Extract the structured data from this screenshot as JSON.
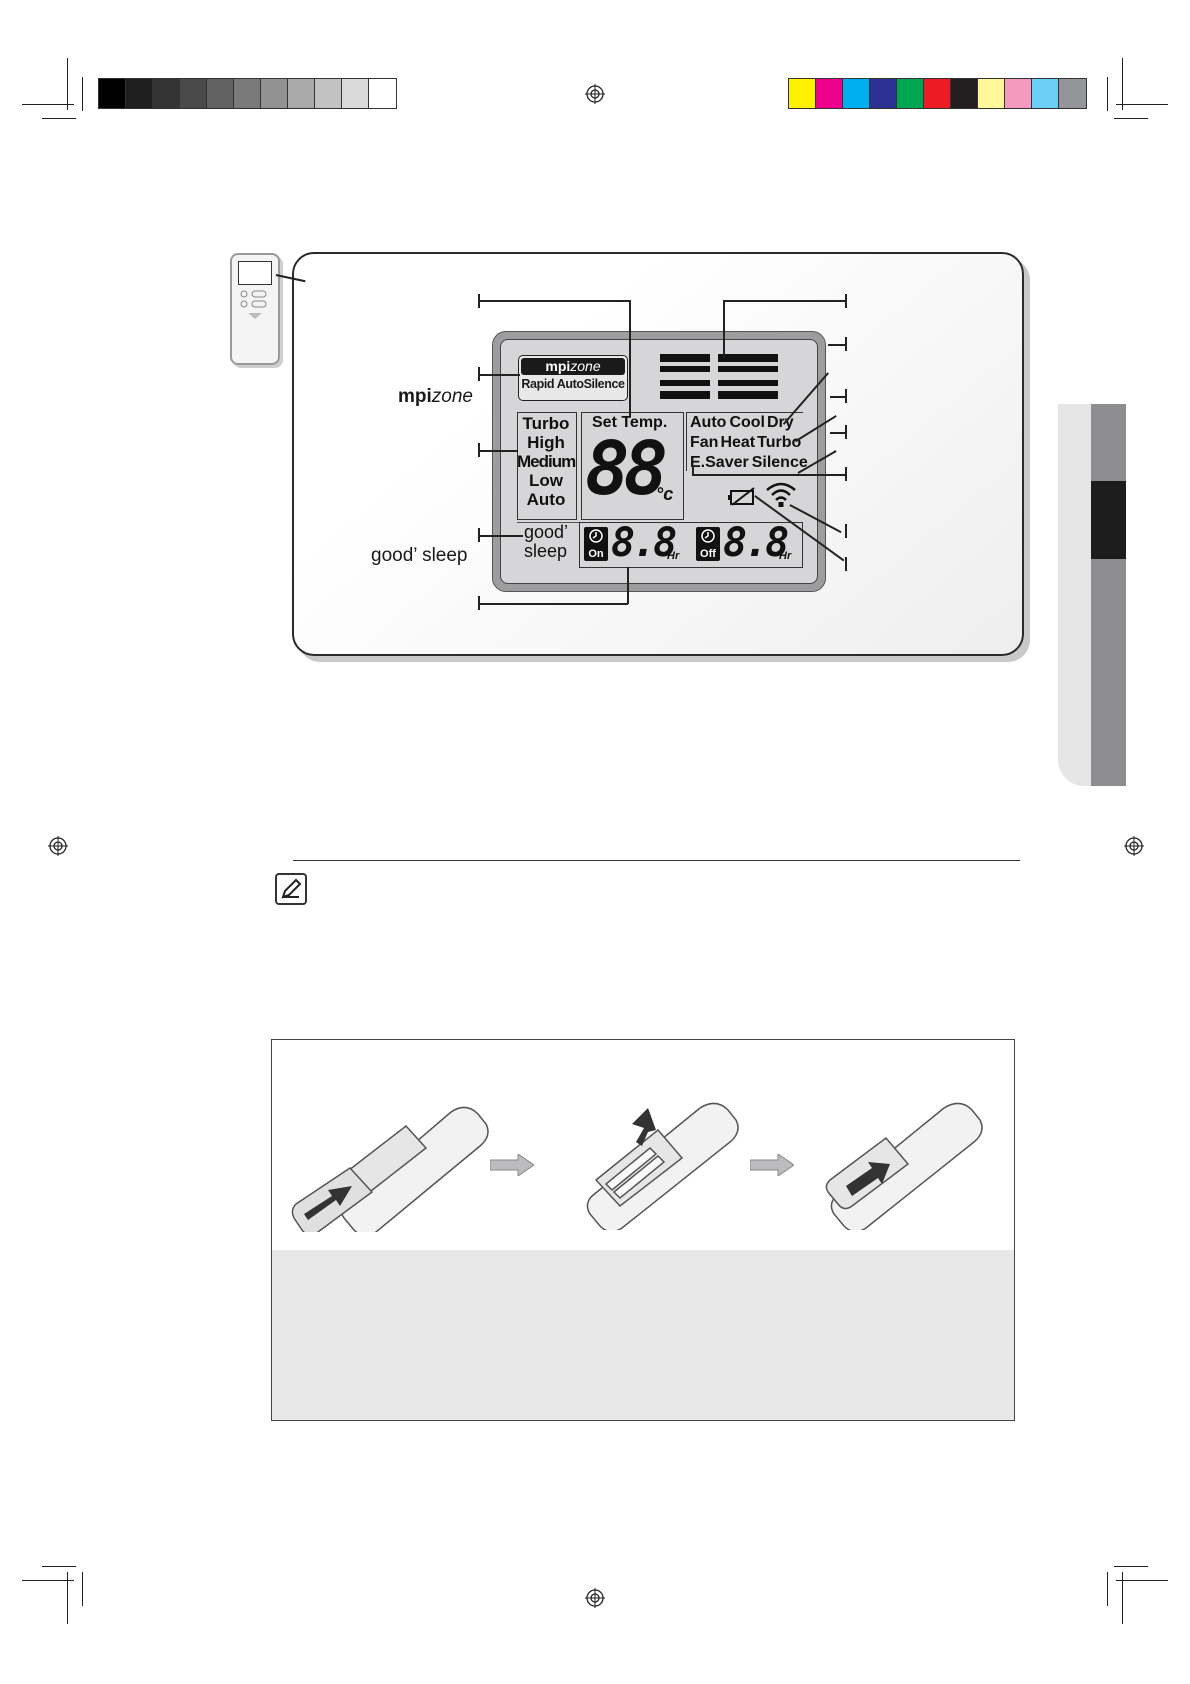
{
  "lcd": {
    "brand_box": {
      "mpi": "mpi",
      "zone": "zone",
      "modes": "Rapid AutoSilence"
    },
    "fan_speeds": [
      "Turbo",
      "High",
      "Medium",
      "Low",
      "Auto"
    ],
    "set_temp_label": "Set Temp.",
    "temp_digits": "88",
    "temp_unit": "°c",
    "modes_row1": [
      "Auto",
      "Cool",
      "Dry"
    ],
    "modes_row2": [
      "Fan",
      "Heat",
      "Turbo"
    ],
    "modes_row3": [
      "E.Saver",
      "Silence"
    ],
    "good_sleep": [
      "good’",
      "sleep"
    ],
    "timer_on_label": "On",
    "timer_off_label": "Off",
    "timer_digits": "8.8",
    "timer_unit": "Hr"
  },
  "side_labels": {
    "mpi": "mpi",
    "zone": "zone",
    "good_sleep": "good’ sleep"
  },
  "colors": {
    "swatch_gray": [
      "#000000",
      "#1e1e1e",
      "#333333",
      "#4a4a4a",
      "#626262",
      "#7a7a7a",
      "#929292",
      "#aaaaaa",
      "#c2c2c2",
      "#dadada",
      "#ffffff"
    ],
    "swatch_color": [
      "#fff200",
      "#ec008c",
      "#00aeef",
      "#2e3192",
      "#00a651",
      "#ed1c24",
      "#231f20",
      "#fff799",
      "#f49ac1",
      "#6dcff6",
      "#939598"
    ],
    "side_tab_light": "#e6e6e7",
    "side_tab_dark": "#8e8e90",
    "side_tab_black": "#1d1d1d"
  },
  "icons": [
    "registration-mark-icon",
    "note-icon",
    "battery-low-icon",
    "wireless-signal-icon",
    "clock-icon",
    "arrow-right-icon"
  ]
}
